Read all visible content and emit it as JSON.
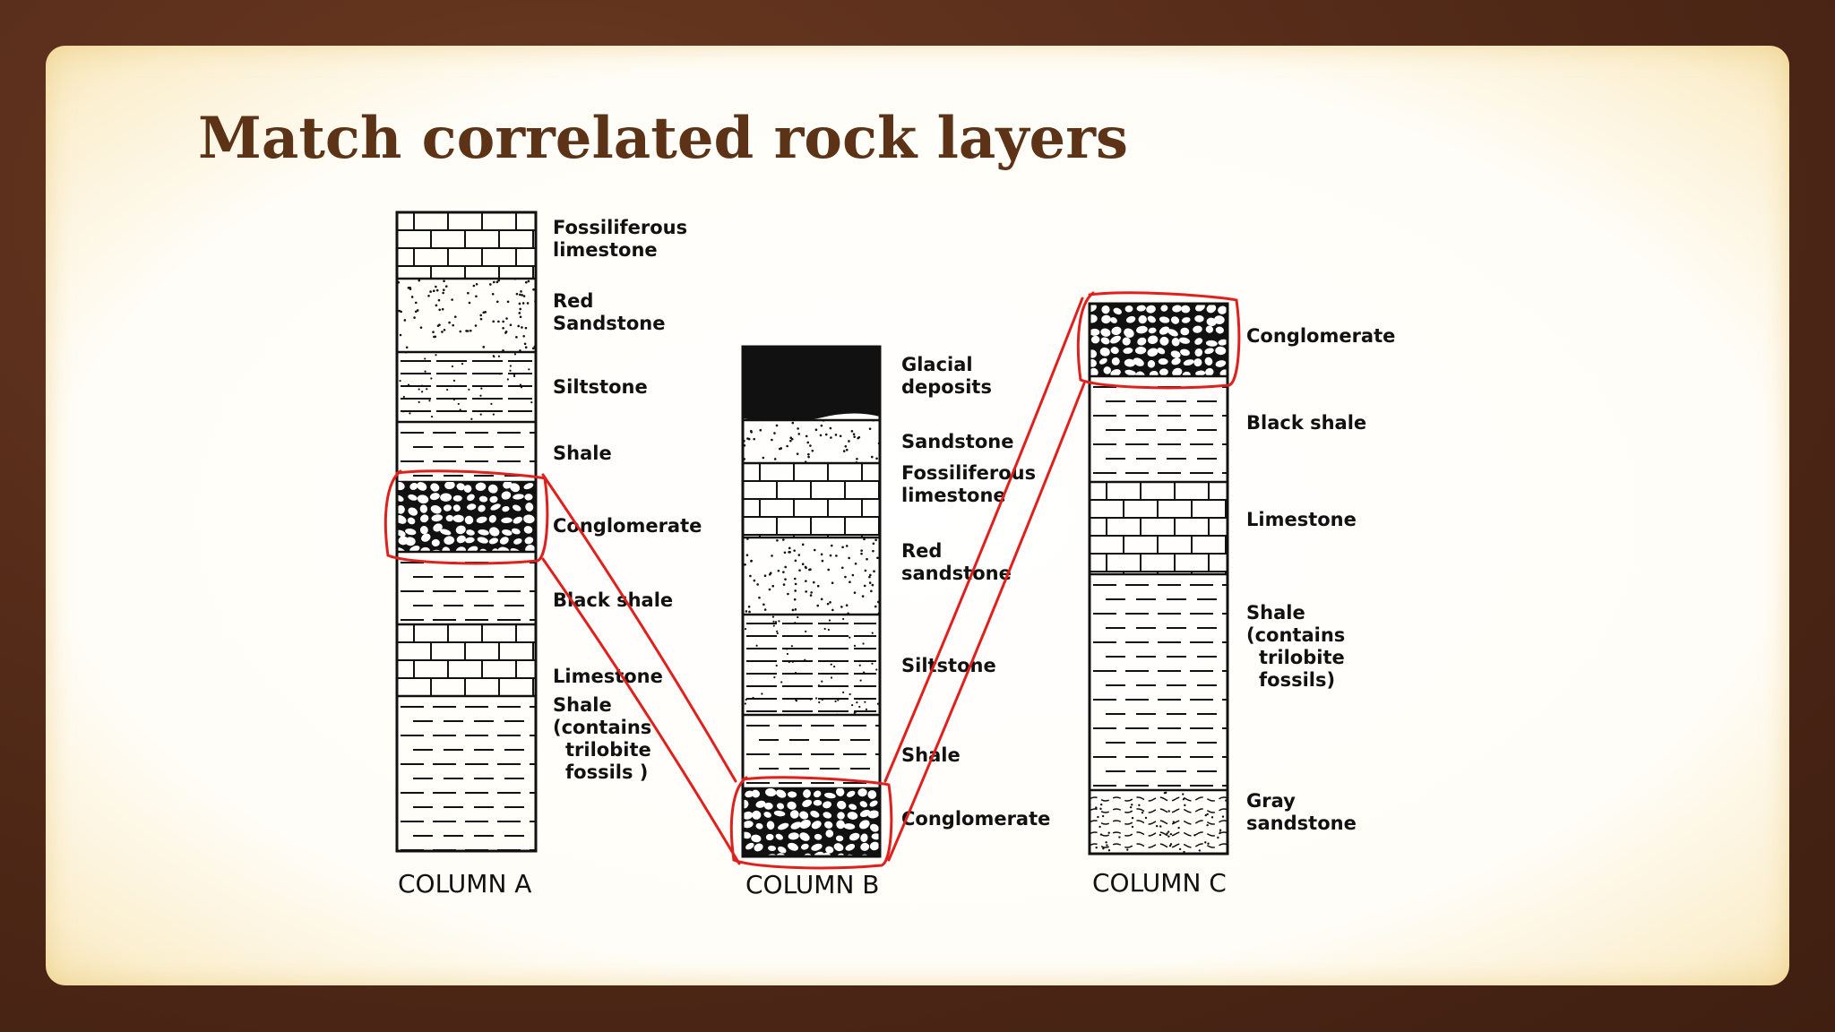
{
  "slide": {
    "title": "Match correlated rock layers"
  },
  "columns": [
    {
      "label": "COLUMN A",
      "layers": [
        {
          "name": "Fossiliferous limestone",
          "label_lines": [
            "Fossiliferous",
            "limestone"
          ],
          "pattern": "limestone"
        },
        {
          "name": "Red Sandstone",
          "label_lines": [
            "Red",
            "Sandstone"
          ],
          "pattern": "sandstone"
        },
        {
          "name": "Siltstone",
          "label_lines": [
            "Siltstone"
          ],
          "pattern": "siltstone"
        },
        {
          "name": "Shale",
          "label_lines": [
            "Shale"
          ],
          "pattern": "shale"
        },
        {
          "name": "Conglomerate",
          "label_lines": [
            "Conglomerate"
          ],
          "pattern": "conglomerate",
          "circled": true
        },
        {
          "name": "Black shale",
          "label_lines": [
            "Black shale"
          ],
          "pattern": "shale"
        },
        {
          "name": "Limestone",
          "label_lines": [
            "Limestone"
          ],
          "pattern": "limestone"
        },
        {
          "name": "Shale (contains trilobite fossils)",
          "label_lines": [
            "Shale",
            "(contains",
            "trilobite",
            "fossils )"
          ],
          "pattern": "shale"
        }
      ]
    },
    {
      "label": "COLUMN B",
      "layers": [
        {
          "name": "Glacial deposits",
          "label_lines": [
            "Glacial",
            "deposits"
          ],
          "pattern": "glacial"
        },
        {
          "name": "Sandstone",
          "label_lines": [
            "Sandstone"
          ],
          "pattern": "sandstone"
        },
        {
          "name": "Fossiliferous limestone",
          "label_lines": [
            "Fossiliferous",
            "limestone"
          ],
          "pattern": "limestone"
        },
        {
          "name": "Red sandstone",
          "label_lines": [
            "Red",
            "sandstone"
          ],
          "pattern": "sandstone"
        },
        {
          "name": "Siltstone",
          "label_lines": [
            "Siltstone"
          ],
          "pattern": "siltstone"
        },
        {
          "name": "Shale",
          "label_lines": [
            "Shale"
          ],
          "pattern": "shale"
        },
        {
          "name": "Conglomerate",
          "label_lines": [
            "Conglomerate"
          ],
          "pattern": "conglomerate",
          "circled": true
        }
      ]
    },
    {
      "label": "COLUMN C",
      "layers": [
        {
          "name": "Conglomerate",
          "label_lines": [
            "Conglomerate"
          ],
          "pattern": "conglomerate",
          "circled": true
        },
        {
          "name": "Black shale",
          "label_lines": [
            "Black shale"
          ],
          "pattern": "shale"
        },
        {
          "name": "Limestone",
          "label_lines": [
            "Limestone"
          ],
          "pattern": "limestone"
        },
        {
          "name": "Shale (contains trilobite fossils)",
          "label_lines": [
            "Shale",
            "(contains",
            "trilobite",
            "fossils)"
          ],
          "pattern": "shale"
        },
        {
          "name": "Gray sandstone",
          "label_lines": [
            "Gray",
            "sandstone"
          ],
          "pattern": "graysandstone"
        }
      ]
    }
  ],
  "correlations": [
    {
      "from": "COLUMN A / Conglomerate",
      "to": "COLUMN B / Conglomerate"
    },
    {
      "from": "COLUMN B / Conglomerate",
      "to": "COLUMN C / Conglomerate"
    }
  ],
  "colors": {
    "title": "#5c3317",
    "annotation": "#e0201c",
    "rock_ink": "#111111",
    "frame": "#4e2716"
  }
}
